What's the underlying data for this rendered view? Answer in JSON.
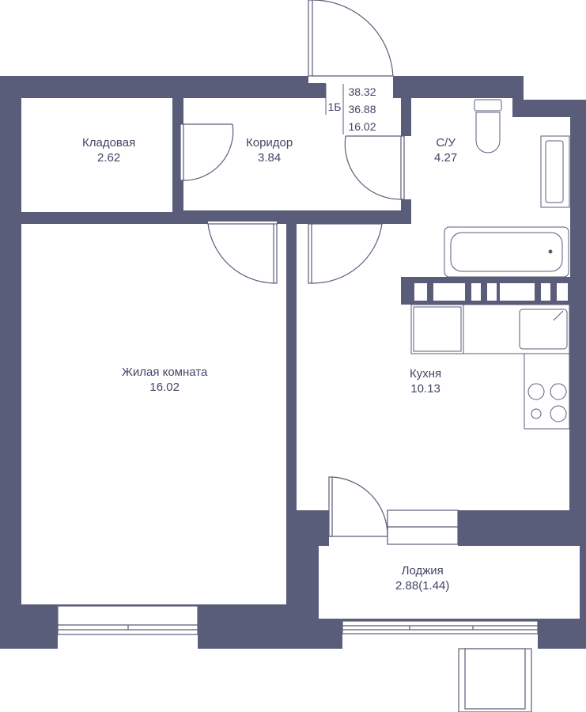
{
  "apartment": {
    "code": "1Б",
    "total_area": "38.32",
    "living_area_total": "36.88",
    "living_area": "16.02"
  },
  "rooms": [
    {
      "name": "Кладовая",
      "area": "2.62"
    },
    {
      "name": "Коридор",
      "area": "3.84"
    },
    {
      "name": "С/У",
      "area": "4.27"
    },
    {
      "name": "Жилая комната",
      "area": "16.02"
    },
    {
      "name": "Кухня",
      "area": "10.13"
    },
    {
      "name": "Лоджия",
      "area": "2.88(1.44)"
    }
  ],
  "colors": {
    "wall": "#5a5d79",
    "line": "#5a5d79",
    "text": "#414666",
    "background": "#ffffff"
  }
}
